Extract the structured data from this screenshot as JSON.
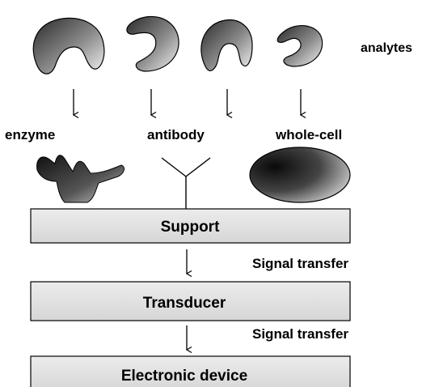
{
  "analytes_label": "analytes",
  "recognition_elements": [
    {
      "label": "enzyme"
    },
    {
      "label": "antibody"
    },
    {
      "label": "whole-cell"
    }
  ],
  "layers": [
    {
      "label": "Support"
    },
    {
      "label": "Transducer"
    },
    {
      "label": "Electronic device"
    }
  ],
  "signal_labels": [
    "Signal transfer",
    "Signal transfer"
  ],
  "colors": {
    "stroke": "#000000",
    "box_fill": "#e4e4e4",
    "shape_dark": "#2a2a2a",
    "shape_light": "#f2f2f2"
  }
}
